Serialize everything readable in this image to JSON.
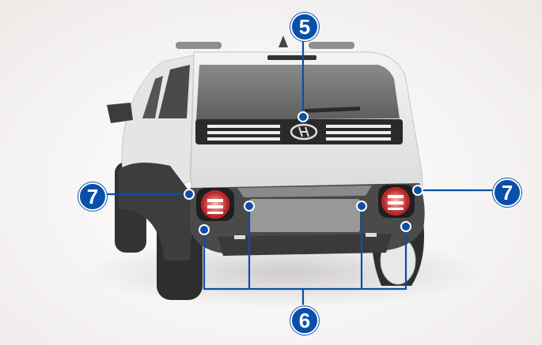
{
  "callouts": {
    "high_mount_stop_lamp": "5",
    "rear_lower_lamps": "6",
    "rear_combination_lamp_left": "7",
    "rear_combination_lamp_right": "7"
  },
  "car": {
    "brand_emblem": "hyundai-emblem"
  },
  "colors": {
    "callout_badge": "#0a4fa8",
    "callout_line": "#0a4fa8",
    "body": "#e9ebea",
    "glass": "#6f6f6f",
    "bumper": "#4a4a4a"
  }
}
